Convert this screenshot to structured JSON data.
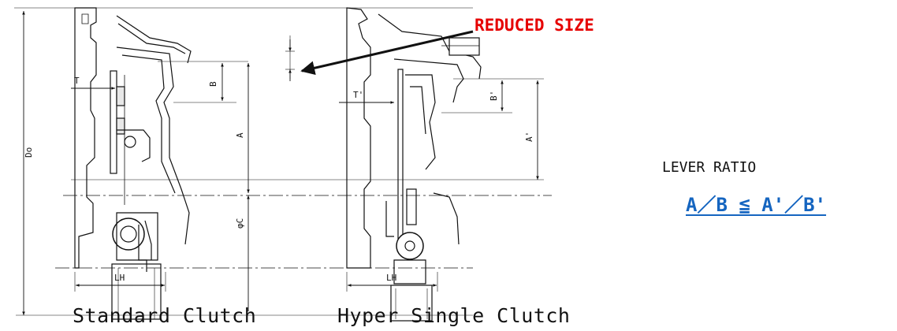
{
  "callout": {
    "text": "REDUCED SIZE",
    "color": "#e60000"
  },
  "lever": {
    "title": "LEVER RATIO",
    "formula": "A／B ≦ A'／B'",
    "color": "#1565c0"
  },
  "captions": {
    "standard": "Standard Clutch",
    "hyper": "Hyper Single Clutch"
  },
  "dimensions": {
    "do": "Do",
    "t": "T",
    "b": "B",
    "a": "A",
    "phi_c": "φC",
    "lh_std": "LH",
    "t_prime": "T'",
    "b_prime": "B'",
    "a_prime": "A'",
    "lh_hyper": "LH"
  }
}
